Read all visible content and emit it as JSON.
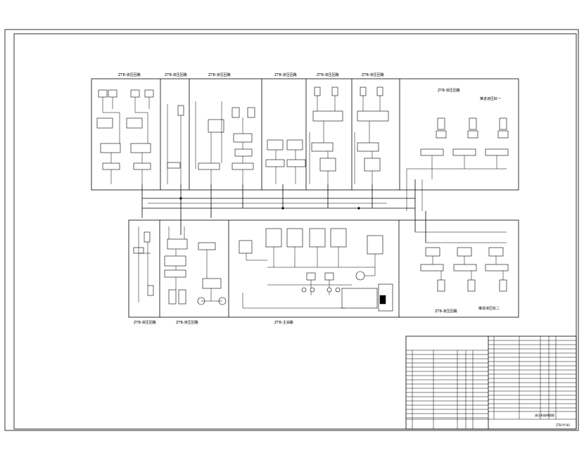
{
  "sheet": {
    "labels": {
      "sec_a": "ZTB-液压回路",
      "sec_b": "ZTB-液压回路",
      "sec_c": "ZTB-液压回路",
      "sec_d": "ZTB-液压回路",
      "sec_e": "ZTB-液压回路",
      "sec_f": "ZTB-液压回路",
      "sec_g": "ZTB-液压回路",
      "sec_g2": "推进液压缸一",
      "sec_h": "ZTB-液压回路",
      "sec_i": "ZTB-液压回路",
      "sec_j": "ZTB-主油路",
      "sec_k": "ZTB-液压回路",
      "sec_k2": "推进液压缸二"
    },
    "title_block": {
      "drawing_title": "液压系统原理图",
      "drawing_no": "ZTB-YY-00"
    }
  }
}
